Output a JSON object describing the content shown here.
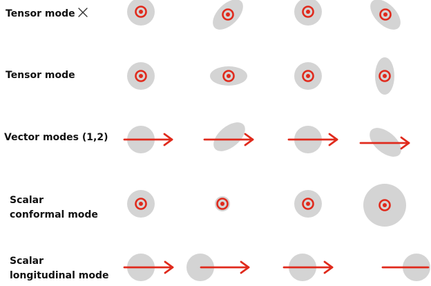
{
  "labels": {
    "tensor_cross": "Tensor mode",
    "tensor_plus": "Tensor mode",
    "vector": "Vector modes (1,2)",
    "scalar_conformal_1": "Scalar",
    "scalar_conformal_2": "conformal mode",
    "scalar_longitudinal_1": "Scalar",
    "scalar_longitudinal_2": "longitudinal mode"
  },
  "colors": {
    "disk": "#d4d4d4",
    "marker": "#e02a1c",
    "text": "#111111"
  },
  "symbols": {
    "cross_icon": "cross-icon",
    "out_of_plane_marker": "circle-dot-icon",
    "propagation_arrow": "arrow-right-icon"
  }
}
